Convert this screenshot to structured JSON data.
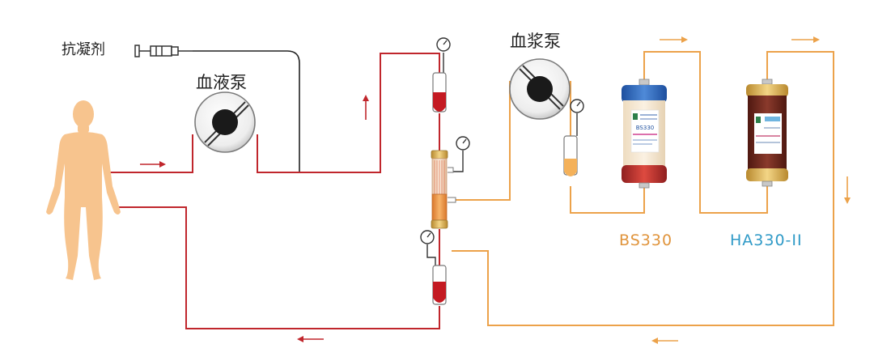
{
  "labels": {
    "anticoagulant": "抗凝剂",
    "blood_pump": "血液泵",
    "plasma_pump": "血浆泵",
    "bs330": "BS330",
    "ha330": "HA330-II"
  },
  "canister_text": {
    "bs330_brand": "BS330"
  },
  "colors": {
    "blood_line": "#c0262c",
    "plasma_line": "#eca24a",
    "black_line": "#222222",
    "bs330_label": "#e0943c",
    "ha330_label": "#2f9ac7",
    "person": "#f7c48e"
  }
}
